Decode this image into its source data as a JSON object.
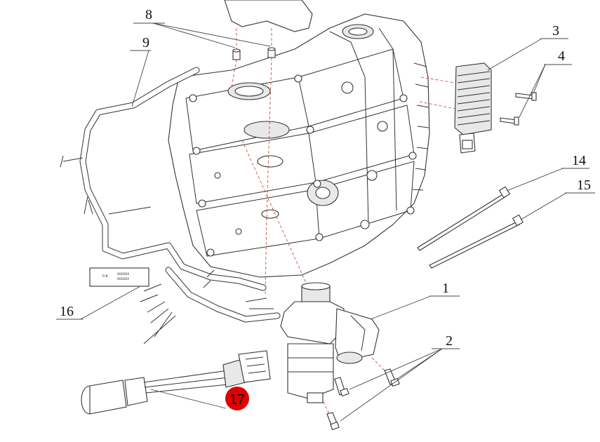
{
  "callouts": [
    {
      "id": "1",
      "label": "1"
    },
    {
      "id": "2",
      "label": "2"
    },
    {
      "id": "3",
      "label": "3"
    },
    {
      "id": "4",
      "label": "4"
    },
    {
      "id": "8",
      "label": "8"
    },
    {
      "id": "9",
      "label": "9"
    },
    {
      "id": "14",
      "label": "14"
    },
    {
      "id": "15",
      "label": "15"
    },
    {
      "id": "16",
      "label": "16"
    },
    {
      "id": "17",
      "label": "17"
    }
  ],
  "highlight": {
    "label": "17",
    "color": "#e00000"
  },
  "tag_lines": [
    "P/N",
    "XXXXXXX",
    "XXXXXXX"
  ],
  "colors": {
    "line": "#333333",
    "dash": "#c0392b",
    "badge": "#e00000"
  }
}
